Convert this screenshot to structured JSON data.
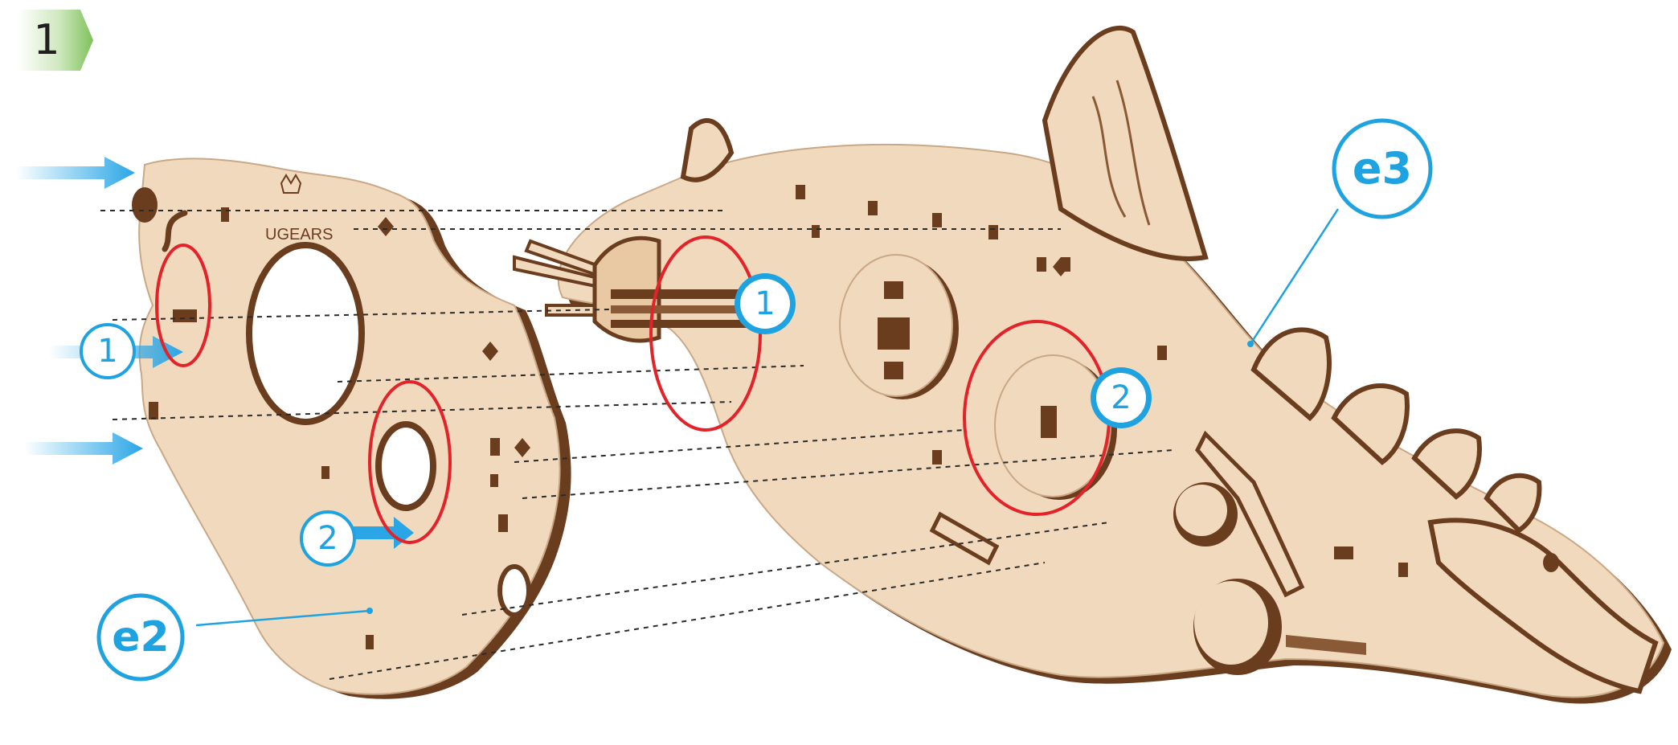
{
  "step": {
    "number": "1"
  },
  "labels": {
    "e2": "e2",
    "e3": "e3",
    "callout_1": "1",
    "callout_2": "2"
  },
  "logo": {
    "text": "UGEARS"
  },
  "colors": {
    "step_badge": "#8cc86e",
    "callout_blue": "#1ea3e0",
    "arrow_blue": "#2aa6e6",
    "highlight_red": "#e2232a",
    "wood_face": "#f1d9bd",
    "wood_edge": "#6b3d1f"
  }
}
